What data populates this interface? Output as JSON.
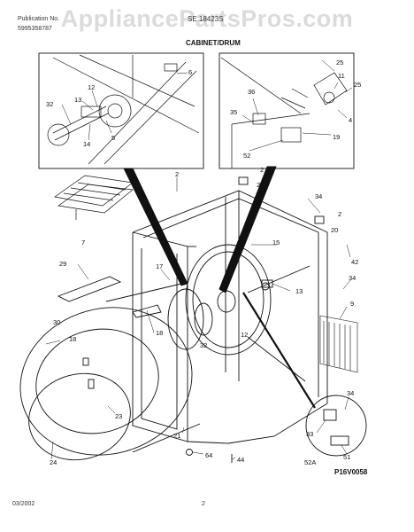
{
  "watermark": "AppliancePartsPros.com",
  "header": {
    "publication_label": "Publication No.",
    "publication_code": "5995358787",
    "model": "SE 18423S"
  },
  "section_title": "CABINET/DRUM",
  "figure_code": "P16V0058",
  "footer": {
    "date": "03/2002",
    "page": "2"
  },
  "callouts": {
    "c6": "6",
    "c32a": "32",
    "c13a": "13",
    "c12a": "12",
    "c14": "14",
    "c5": "5",
    "c25a": "25",
    "c11": "11",
    "c25b": "25",
    "c36": "36",
    "c35": "35",
    "c4": "4",
    "c19": "19",
    "c52": "52",
    "c2a": "2",
    "c20a": "20",
    "c2b": "2",
    "c34a": "34",
    "c2c": "2",
    "c20b": "20",
    "c7": "7",
    "c15": "15",
    "c42": "42",
    "c29": "29",
    "c17": "17",
    "c13b": "13",
    "c34b": "34",
    "c9": "9",
    "c30": "30",
    "c18a": "18",
    "c18b": "18",
    "c32b": "32",
    "c12b": "12",
    "c34c": "34",
    "c23": "23",
    "c33": "33",
    "c51": "51",
    "c21": "21",
    "c52a": "52A",
    "c24": "24",
    "c64": "64",
    "c44": "44"
  }
}
